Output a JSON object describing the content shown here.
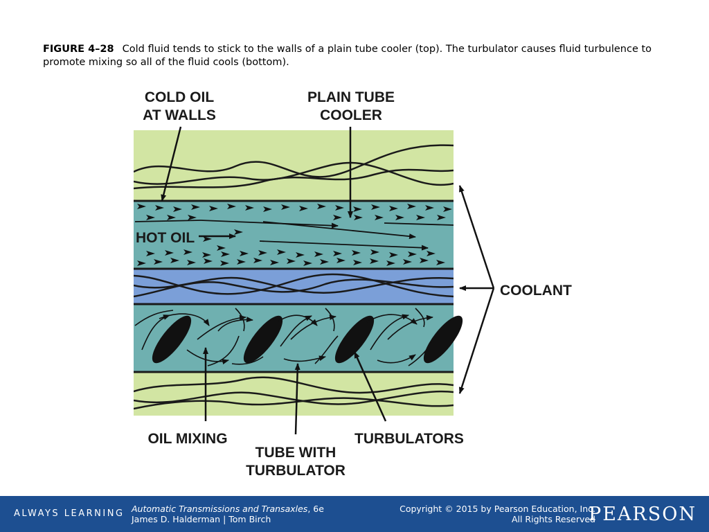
{
  "caption": {
    "figure_number": "FIGURE 4–28",
    "text": "Cold fluid tends to stick to the walls of a plain tube cooler (top). The turbulator causes fluid turbulence to promote mixing so all of the fluid cools (bottom)."
  },
  "labels": {
    "cold_oil_line1": "COLD OIL",
    "cold_oil_line2": "AT WALLS",
    "plain_tube_line1": "PLAIN TUBE",
    "plain_tube_line2": "COOLER",
    "hot_oil": "HOT OIL",
    "coolant": "COOLANT",
    "oil_mixing": "OIL MIXING",
    "tube_turbulator_line1": "TUBE WITH",
    "tube_turbulator_line2": "TURBULATOR",
    "turbulators": "TURBULATORS"
  },
  "colors": {
    "coolant_green": "#d2e5a3",
    "oil_teal": "#6fb0b0",
    "middle_blue": "#7b9fd8",
    "footer_blue": "#1d4f91"
  },
  "footer": {
    "tagline": "ALWAYS LEARNING",
    "book_title": "Automatic Transmissions and Transaxles",
    "book_edition": ", 6e",
    "authors": "James D. Halderman | Tom Birch",
    "copyright": "Copyright © 2015 by Pearson Education, Inc.",
    "rights": "All Rights Reserved",
    "brand": "PEARSON"
  }
}
